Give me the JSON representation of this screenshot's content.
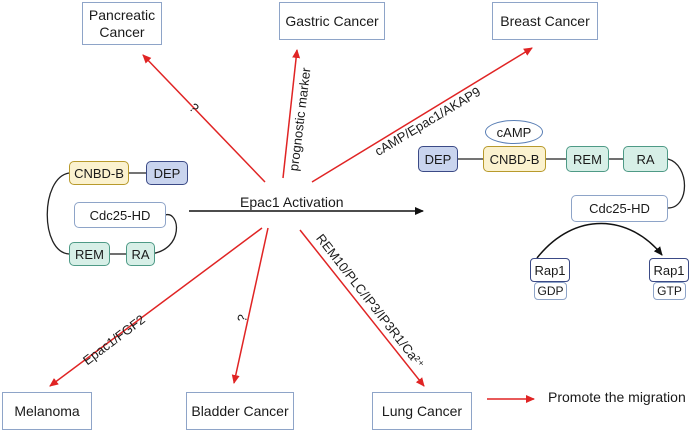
{
  "cancers": {
    "pancreatic": "Pancreatic Cancer",
    "gastric": "Gastric Cancer",
    "breast": "Breast Cancer",
    "melanoma": "Melanoma",
    "bladder": "Bladder Cancer",
    "lung": "Lung Cancer"
  },
  "center_label": "Epac1 Activation",
  "arrow_labels": {
    "pancreatic": "?",
    "gastric": "prognostic marker",
    "breast": "cAMP/Epac1/AKAP9",
    "melanoma": "Epac1/FGF2",
    "bladder": "?",
    "lung": "REM10/PLC/IP3/IP3R1/Ca²⁺"
  },
  "inactive_epac": {
    "cnbd": "CNBD-B",
    "dep": "DEP",
    "cdc25": "Cdc25-HD",
    "rem": "REM",
    "ra": "RA"
  },
  "active_epac": {
    "camp": "cAMP",
    "dep": "DEP",
    "cnbd": "CNBD-B",
    "rem": "REM",
    "ra": "RA",
    "cdc25": "Cdc25-HD"
  },
  "rap_gdp": {
    "rap": "Rap1",
    "nucleotide": "GDP"
  },
  "rap_gtp": {
    "rap": "Rap1",
    "nucleotide": "GTP"
  },
  "promote_label": "Promote the migration",
  "colors": {
    "red_arrow": "#e02424",
    "black_arrow": "#111111",
    "box_border": "#8ea4c8"
  }
}
